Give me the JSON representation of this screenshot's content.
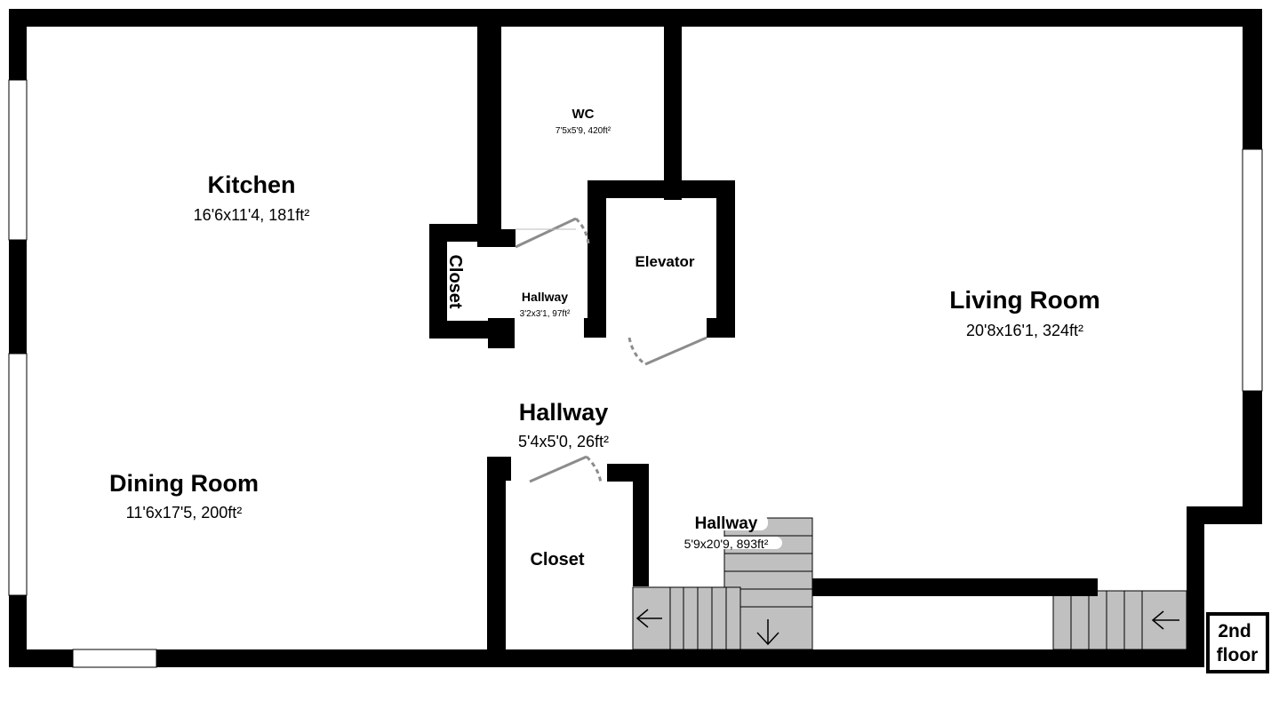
{
  "floor_label": [
    "2nd",
    "floor"
  ],
  "rooms": {
    "kitchen": {
      "name": "Kitchen",
      "dims": "16'6x11'4, 181ft²"
    },
    "wc": {
      "name": "WC",
      "dims": "7'5x5'9, 420ft²"
    },
    "closet_top": {
      "name": "Closet"
    },
    "hallway_small": {
      "name": "Hallway",
      "dims": "3'2x3'1, 97ft²"
    },
    "elevator": {
      "name": "Elevator"
    },
    "living_room": {
      "name": "Living Room",
      "dims": "20'8x16'1, 324ft²"
    },
    "hallway_center": {
      "name": "Hallway",
      "dims": "5'4x5'0, 26ft²"
    },
    "dining_room": {
      "name": "Dining Room",
      "dims": "11'6x17'5, 200ft²"
    },
    "closet_bottom": {
      "name": "Closet"
    },
    "hallway_stairs": {
      "name": "Hallway",
      "dims": "5'9x20'9, 893ft²"
    }
  },
  "colors": {
    "wall": "#000000",
    "stair": "#c0c0c0",
    "door": "#8c8c8c",
    "background": "#ffffff"
  },
  "icons": [
    "arrow-left-icon",
    "arrow-down-icon",
    "arrow-left-icon"
  ]
}
